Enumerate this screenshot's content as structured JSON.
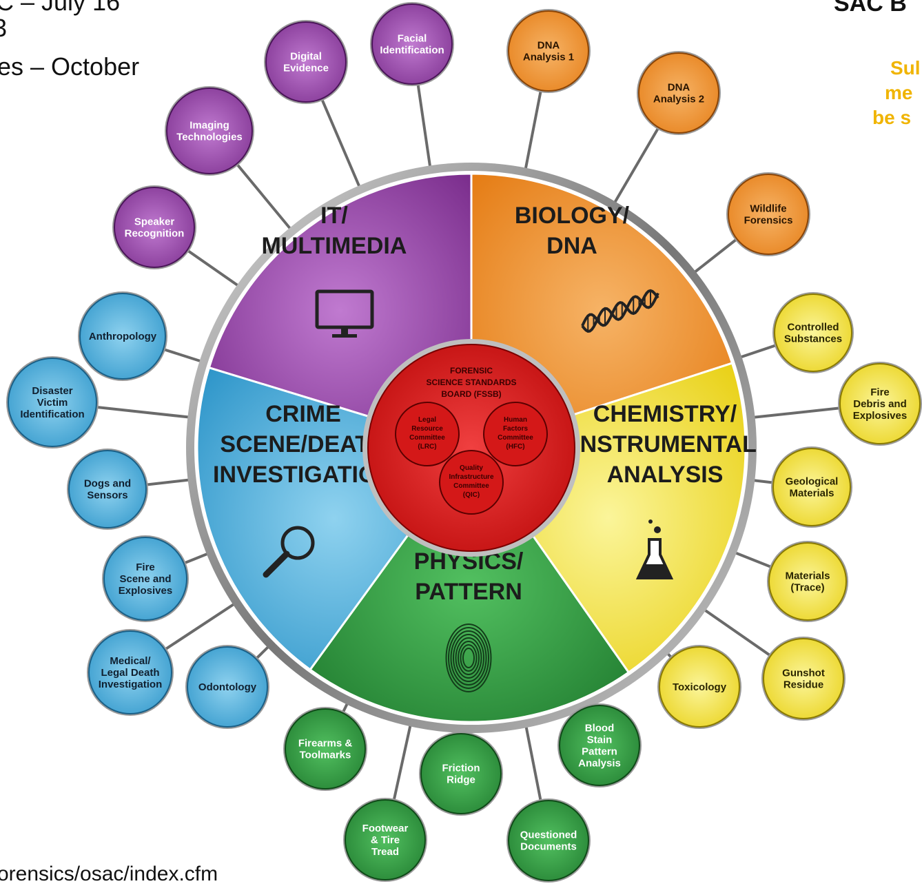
{
  "background_text": {
    "line1": "C – July 16",
    "line2": "3",
    "line3": "es – October",
    "top_right": "SAC B",
    "orange_lines": [
      "Sul",
      "me",
      "be s"
    ],
    "bottom_url": "orensics/osac/index.cfm"
  },
  "colors": {
    "purple": "#8b3f9e",
    "orange": "#e8851c",
    "yellow": "#f0e02c",
    "green": "#2e9a3c",
    "blue": "#3ea8d8",
    "center_red": "#e02020"
  },
  "center": {
    "title_lines": [
      "FORENSIC",
      "SCIENCE STANDARDS",
      "BOARD (FSSB)"
    ],
    "committees": [
      {
        "lines": [
          "Legal",
          "Resource",
          "Committee",
          "(LRC)"
        ]
      },
      {
        "lines": [
          "Human",
          "Factors",
          "Committee",
          "(HFC)"
        ]
      },
      {
        "lines": [
          "Quality",
          "Infrastructure",
          "Committee",
          "(QIC)"
        ]
      }
    ]
  },
  "sectors": [
    {
      "name": "it",
      "lines": [
        "IT/",
        "MULTIMEDIA"
      ],
      "icon": "monitor-icon"
    },
    {
      "name": "biology",
      "lines": [
        "BIOLOGY/",
        "DNA"
      ],
      "icon": "dna-icon"
    },
    {
      "name": "chemistry",
      "lines": [
        "CHEMISTRY/",
        "INSTRUMENTAL",
        "ANALYSIS"
      ],
      "icon": "flask-icon"
    },
    {
      "name": "physics",
      "lines": [
        "PHYSICS/",
        "PATTERN"
      ],
      "icon": "fingerprint-icon"
    },
    {
      "name": "crime",
      "lines": [
        "CRIME",
        "SCENE/DEATH",
        "INVESTIGATION"
      ],
      "icon": "magnifier-icon"
    }
  ],
  "subcommittees": [
    {
      "lines": [
        "Facial",
        "Identification"
      ],
      "group": "purple"
    },
    {
      "lines": [
        "Digital",
        "Evidence"
      ],
      "group": "purple"
    },
    {
      "lines": [
        "Imaging",
        "Technologies"
      ],
      "group": "purple"
    },
    {
      "lines": [
        "Speaker",
        "Recognition"
      ],
      "group": "purple"
    },
    {
      "lines": [
        "DNA",
        "Analysis 1"
      ],
      "group": "orange"
    },
    {
      "lines": [
        "DNA",
        "Analysis 2"
      ],
      "group": "orange"
    },
    {
      "lines": [
        "Wildlife",
        "Forensics"
      ],
      "group": "orange"
    },
    {
      "lines": [
        "Controlled",
        "Substances"
      ],
      "group": "yellow"
    },
    {
      "lines": [
        "Fire",
        "Debris and",
        "Explosives"
      ],
      "group": "yellow"
    },
    {
      "lines": [
        "Geological",
        "Materials"
      ],
      "group": "yellow"
    },
    {
      "lines": [
        "Materials",
        "(Trace)"
      ],
      "group": "yellow"
    },
    {
      "lines": [
        "Gunshot",
        "Residue"
      ],
      "group": "yellow"
    },
    {
      "lines": [
        "Toxicology"
      ],
      "group": "yellow"
    },
    {
      "lines": [
        "Blood",
        "Stain",
        "Pattern",
        "Analysis"
      ],
      "group": "green"
    },
    {
      "lines": [
        "Questioned",
        "Documents"
      ],
      "group": "green"
    },
    {
      "lines": [
        "Friction",
        "Ridge"
      ],
      "group": "green"
    },
    {
      "lines": [
        "Footwear",
        "& Tire",
        "Tread"
      ],
      "group": "green"
    },
    {
      "lines": [
        "Firearms &",
        "Toolmarks"
      ],
      "group": "green"
    },
    {
      "lines": [
        "Odontology"
      ],
      "group": "blue"
    },
    {
      "lines": [
        "Medical/",
        "Legal Death",
        "Investigation"
      ],
      "group": "blue"
    },
    {
      "lines": [
        "Fire",
        "Scene and",
        "Explosives"
      ],
      "group": "blue"
    },
    {
      "lines": [
        "Dogs and",
        "Sensors"
      ],
      "group": "blue"
    },
    {
      "lines": [
        "Disaster",
        "Victim",
        "Identification"
      ],
      "group": "blue"
    },
    {
      "lines": [
        "Anthropology"
      ],
      "group": "blue"
    }
  ]
}
